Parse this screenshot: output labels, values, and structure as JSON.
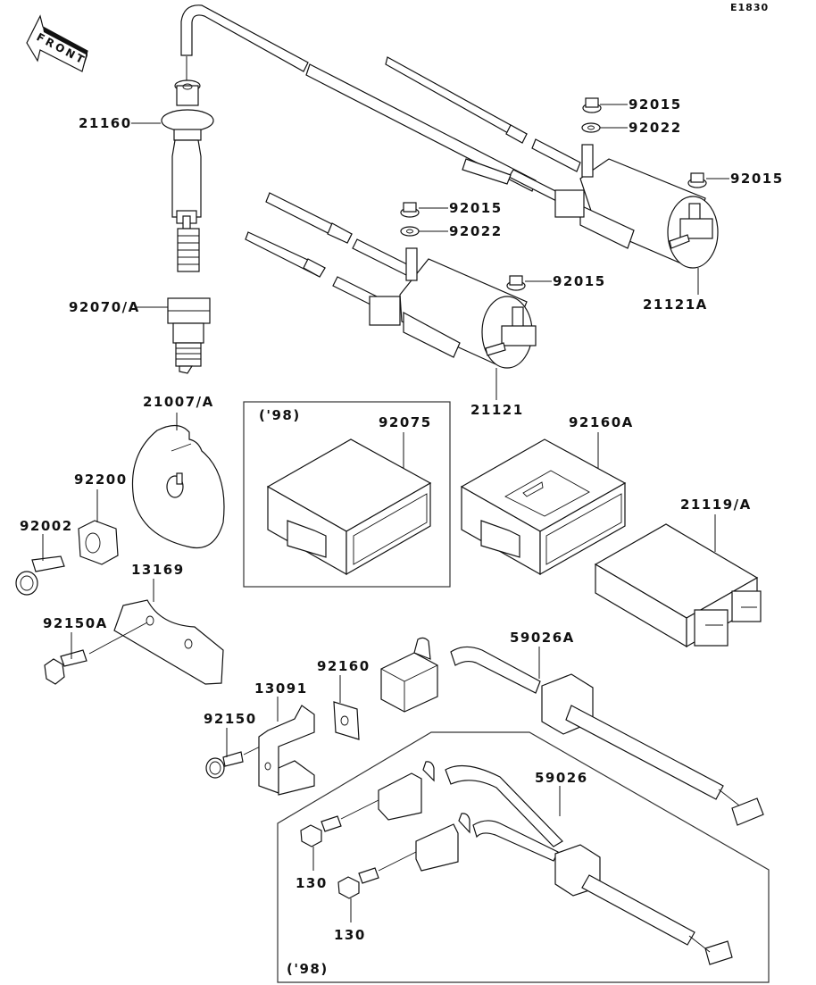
{
  "diagram": {
    "code": "E1830",
    "front_indicator": "FRONT",
    "year_note": "('98)",
    "callouts": {
      "p21160": "21160",
      "p92070A": "92070/A",
      "p21007A": "21007/A",
      "p92200": "92200",
      "p92002": "92002",
      "p13169": "13169",
      "p92150A": "92150A",
      "p92150": "92150",
      "p13091": "13091",
      "p92160": "92160",
      "p92015_a": "92015",
      "p92022_a": "92022",
      "p92015_b": "92015",
      "p21121A": "21121A",
      "p92015_c": "92015",
      "p92022_c": "92022",
      "p92015_d": "92015",
      "p21121": "21121",
      "p92075": "92075",
      "p92160A": "92160A",
      "p21119A": "21119/A",
      "p59026A": "59026A",
      "p59026": "59026",
      "p130_a": "130",
      "p130_b": "130"
    }
  }
}
